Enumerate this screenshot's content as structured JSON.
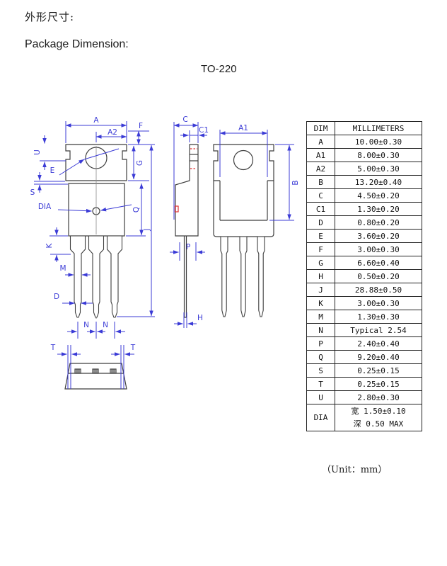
{
  "page": {
    "title_cn": "外形尺寸:",
    "title_en": "Package Dimension:",
    "package_name": "TO-220",
    "unit_note": "（Unit：mm）"
  },
  "drawing": {
    "labels": {
      "A": "A",
      "A1": "A1",
      "A2": "A2",
      "B": "B",
      "C": "C",
      "C1": "C1",
      "D": "D",
      "E": "E",
      "F": "F",
      "G": "G",
      "H": "H",
      "J": "J",
      "K": "K",
      "M": "M",
      "N": "N",
      "P": "P",
      "Q": "Q",
      "S": "S",
      "T": "T",
      "U": "U",
      "DIA": "DIA"
    },
    "colors": {
      "dimension_blue": "#3b3bd6",
      "outline_gray": "#3f3f3f",
      "accent_red": "#e03030"
    }
  },
  "table": {
    "headers": [
      "DIM",
      "MILLIMETERS"
    ],
    "rows": [
      [
        "A",
        "10.00±0.30"
      ],
      [
        "A1",
        "8.00±0.30"
      ],
      [
        "A2",
        "5.00±0.30"
      ],
      [
        "B",
        "13.20±0.40"
      ],
      [
        "C",
        "4.50±0.20"
      ],
      [
        "C1",
        "1.30±0.20"
      ],
      [
        "D",
        "0.80±0.20"
      ],
      [
        "E",
        "3.60±0.20"
      ],
      [
        "F",
        "3.00±0.30"
      ],
      [
        "G",
        "6.60±0.40"
      ],
      [
        "H",
        "0.50±0.20"
      ],
      [
        "J",
        "28.88±0.50"
      ],
      [
        "K",
        "3.00±0.30"
      ],
      [
        "M",
        "1.30±0.30"
      ],
      [
        "N",
        "Typical 2.54"
      ],
      [
        "P",
        "2.40±0.40"
      ],
      [
        "Q",
        "9.20±0.40"
      ],
      [
        "S",
        "0.25±0.15"
      ],
      [
        "T",
        "0.25±0.15"
      ],
      [
        "U",
        "2.80±0.30"
      ]
    ],
    "dia": {
      "label": "DIA",
      "line1": "宽 1.50±0.10",
      "line2": "深 0.50 MAX"
    }
  }
}
